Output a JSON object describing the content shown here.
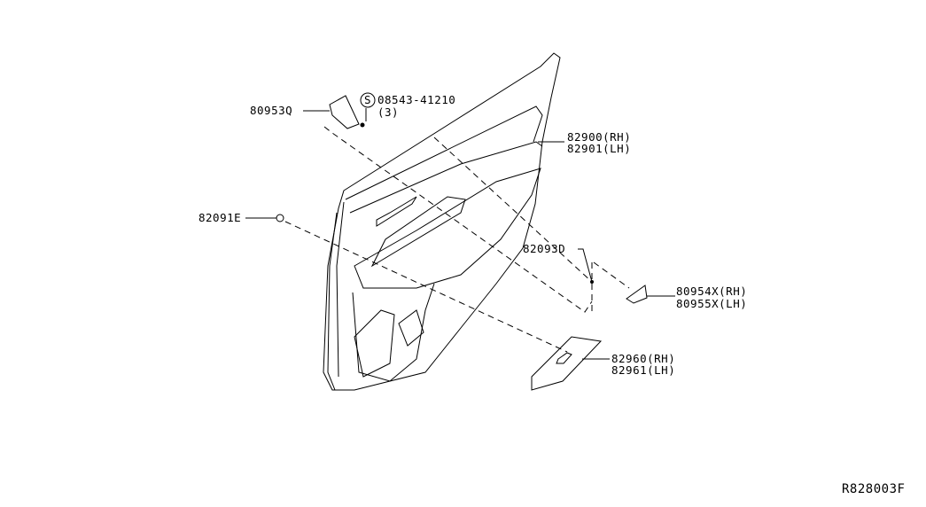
{
  "labels": {
    "bracket": "80953Q",
    "screw_symbol": "S",
    "screw": "08543-41210",
    "screw_qty": "(3)",
    "panel_rh": "82900(RH)",
    "panel_lh": "82901(LH)",
    "clip_e": "82091E",
    "clip_d": "82093D",
    "cover_rh": "80954X(RH)",
    "cover_lh": "80955X(LH)",
    "switch_rh": "82960(RH)",
    "switch_lh": "82961(LH)",
    "diagram_id": "R828003F"
  }
}
